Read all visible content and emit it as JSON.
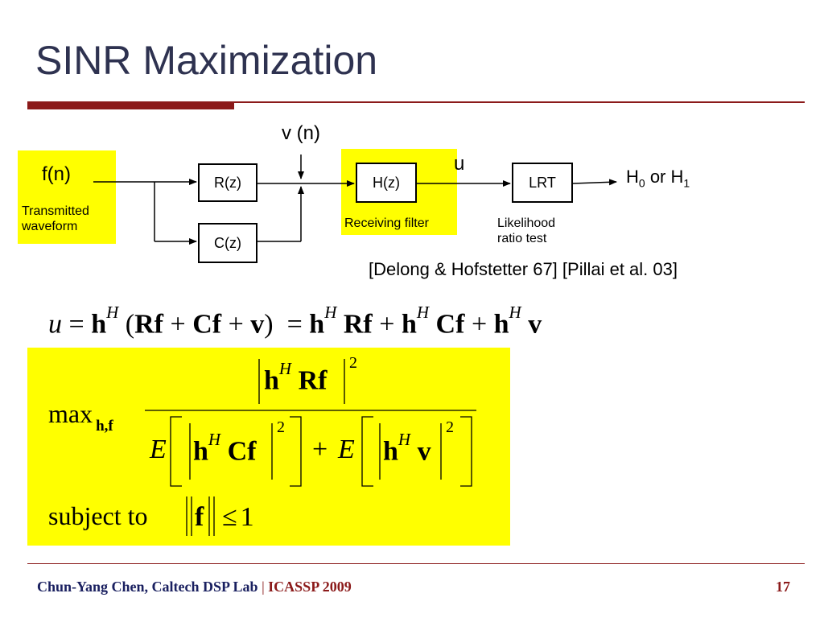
{
  "slide": {
    "title": "SINR Maximization",
    "page_number": "17"
  },
  "diagram": {
    "source_label": "f(n)",
    "source_caption": "Transmitted waveform",
    "noise_label": "v (n)",
    "block_r": "R(z)",
    "block_c": "C(z)",
    "block_h": "H(z)",
    "filter_caption": "Receiving filter",
    "u_label": "u",
    "block_lrt": "LRT",
    "lrt_caption_1": "Likelihood",
    "lrt_caption_2": "ratio test",
    "output_h": "H",
    "output_sub0": "0",
    "output_or": "or H",
    "output_sub1": "1",
    "citation": "[Delong & Hofstetter 67] [Pillai et al. 03]"
  },
  "equation": {
    "u": "u",
    "eq": "=",
    "h": "h",
    "H": "H",
    "open_paren": "(",
    "close_paren": ")",
    "Rf": "Rf",
    "Cf": "Cf",
    "v": "v",
    "plus": "+"
  },
  "optimization": {
    "max": "max",
    "subscript": "h,f",
    "num_h": "h",
    "num_H": "H",
    "num_Rf": "Rf",
    "sq": "2",
    "E": "E",
    "den_Cf": "Cf",
    "den_plus": "+",
    "den_v": "v",
    "subject_to": "subject to",
    "norm_f": "f",
    "leq": "≤",
    "one": "1"
  },
  "footer": {
    "author": "Chun-Yang Chen, Caltech DSP Lab",
    "separator": "|",
    "conference": "ICASSP 2009"
  }
}
